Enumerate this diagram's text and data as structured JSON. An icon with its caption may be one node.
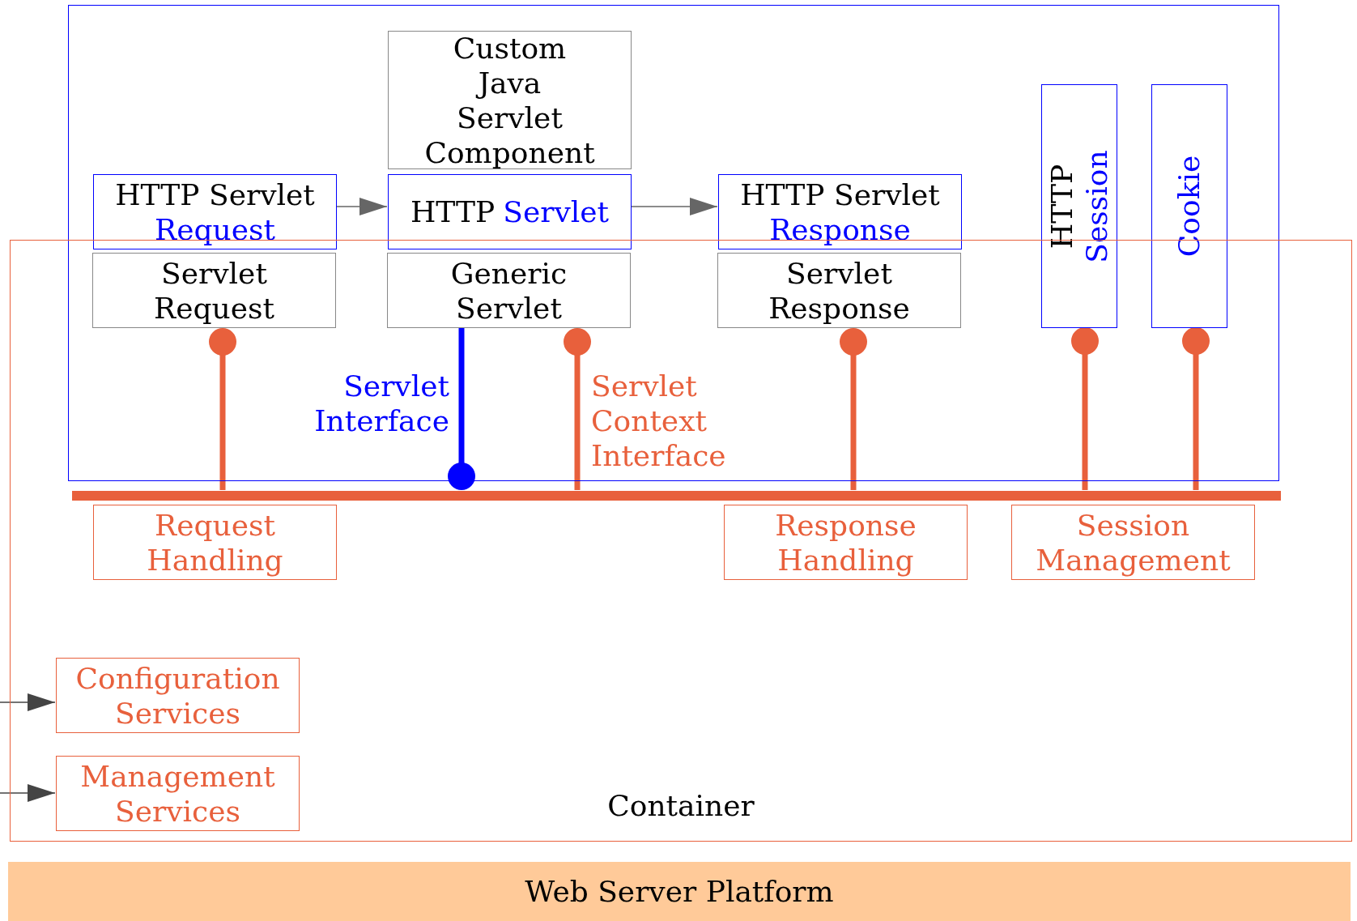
{
  "diagram": {
    "nodes": [
      {
        "text": [],
        "shape": "box"
      },
      {
        "text": [
          "Container"
        ]
      },
      {
        "text": [
          "Custom Java Servlet Component"
        ],
        "in": 0
      },
      {
        "text": [
          "HTTP Servlet",
          "Request"
        ],
        "in": 0
      },
      {
        "text": [
          "HTTP",
          "Servlet"
        ],
        "in": 0
      },
      {
        "text": [
          "HTTP Servlet",
          "Response"
        ],
        "in": 0
      },
      {
        "text": [
          "HTTP",
          "Session"
        ],
        "in": 0
      },
      {
        "text": [
          "Cookie"
        ],
        "in": 0
      },
      {
        "text": [
          "Servlet Request"
        ]
      },
      {
        "text": [
          "Generic Servlet"
        ]
      },
      {
        "text": [
          "Servlet Response"
        ]
      },
      {
        "text": [],
        "shape": "bar",
        "in": 1
      },
      {
        "text": [
          "Request Handling"
        ],
        "in": 1
      },
      {
        "text": [
          "Response Handling"
        ],
        "in": 1
      },
      {
        "text": [
          "Session Management"
        ],
        "in": 1
      },
      {
        "text": [
          "Configuration Services"
        ],
        "in": 1
      },
      {
        "text": [
          "Management Services"
        ],
        "in": 1
      },
      {
        "text": [
          "Web Server Platform"
        ]
      }
    ],
    "edges": [
      {
        "from": 3,
        "to": 4,
        "arrow": "to",
        "color": "#666666"
      },
      {
        "from": 4,
        "to": 5,
        "arrow": "to",
        "color": "#666666"
      },
      {
        "from": 11,
        "to": 8,
        "arrow": "other"
      },
      {
        "from": 9,
        "to": 11,
        "arrow": "other",
        "color": "#0000ff",
        "label": "Servlet Interface"
      },
      {
        "from": 11,
        "to": 9,
        "arrow": "other",
        "label": "Servlet Context Interface"
      },
      {
        "from": 11,
        "to": 10,
        "arrow": "other"
      },
      {
        "from": 11,
        "to": 6,
        "arrow": "other"
      },
      {
        "from": 11,
        "to": 7,
        "arrow": "other"
      },
      {
        "from": null,
        "to": 15,
        "arrow": "to",
        "color": "#444444"
      },
      {
        "from": null,
        "to": 16,
        "arrow": "to",
        "color": "#444444"
      }
    ]
  }
}
